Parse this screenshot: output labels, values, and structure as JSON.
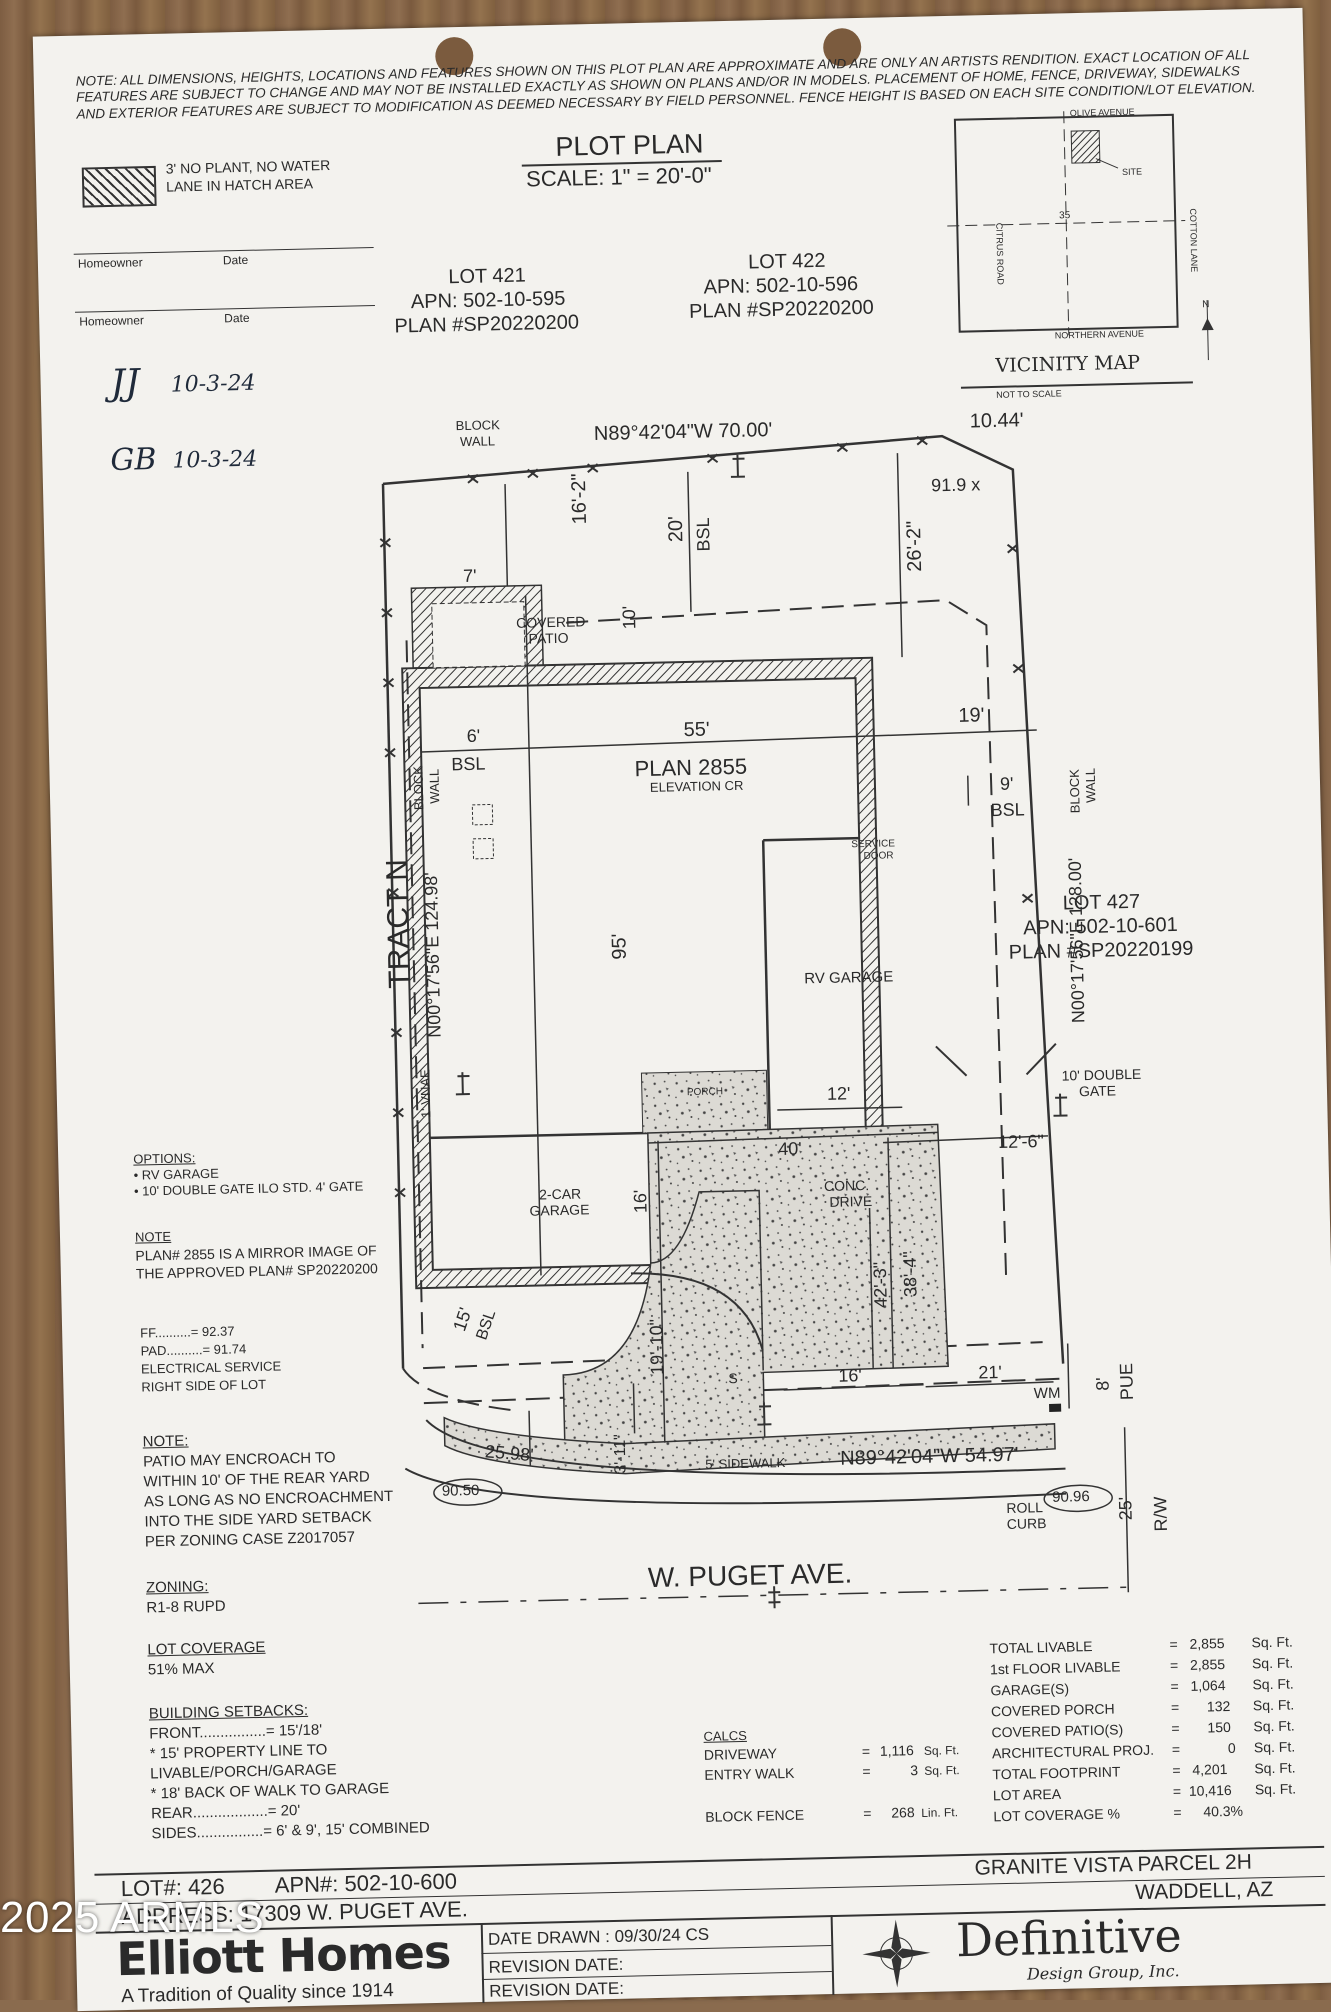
{
  "disclaimer": "NOTE: ALL DIMENSIONS, HEIGHTS, LOCATIONS AND FEATURES SHOWN ON THIS PLOT PLAN ARE APPROXIMATE AND ARE ONLY AN ARTISTS RENDITION. EXACT LOCATION OF ALL FEATURES ARE SUBJECT TO CHANGE AND MAY NOT BE INSTALLED EXACTLY AS SHOWN ON PLANS AND/OR IN MODELS. PLACEMENT OF HOME, FENCE, DRIVEWAY, SIDEWALKS AND EXTERIOR FEATURES ARE SUBJECT TO MODIFICATION AS DEEMED NECESSARY BY FIELD PERSONNEL. FENCE HEIGHT IS BASED ON EACH SITE CONDITION/LOT ELEVATION.",
  "legend": {
    "hatch_text_1": "3' NO PLANT, NO WATER",
    "hatch_text_2": "LANE IN HATCH AREA"
  },
  "title": {
    "heading": "PLOT PLAN",
    "scale": "SCALE: 1\" = 20'-0\""
  },
  "signatures": {
    "homeowner_label": "Homeowner",
    "date_label": "Date",
    "sig1_initials": "JJ",
    "sig1_date": "10-3-24",
    "sig2_initials": "GB",
    "sig2_date": "10-3-24"
  },
  "lots": {
    "lot421": {
      "name": "LOT 421",
      "apn": "APN: 502-10-595",
      "plan": "PLAN #SP20220200"
    },
    "lot422": {
      "name": "LOT 422",
      "apn": "APN: 502-10-596",
      "plan": "PLAN #SP20220200"
    },
    "lot427": {
      "name": "LOT 427",
      "apn": "APN: 502-10-601",
      "plan": "PLAN #SP20220199"
    }
  },
  "vicinity": {
    "title": "VICINITY MAP",
    "subtitle": "NOT TO SCALE",
    "olive": "OLIVE AVENUE",
    "northern": "NORTHERN AVENUE",
    "citrus": "CITRUS ROAD",
    "cotton": "COTTON LANE",
    "site": "SITE",
    "section": "35",
    "north": "N"
  },
  "plan": {
    "block_wall": "BLOCK",
    "block_wall2": "WALL",
    "rear_bearing": "N89°42'04\"W 70.00'",
    "corner_dim": "10.44'",
    "spot_elev": "91.9 x",
    "dim_16_2": "16'-2\"",
    "dim_20_bsl": "20'",
    "bsl": "BSL",
    "dim_26_2": "26'-2\"",
    "dim_7": "7'",
    "dim_10": "10'",
    "covered_patio_1": "COVERED",
    "covered_patio_2": "PATIO",
    "dim_6": "6'",
    "dim_55": "55'",
    "dim_19": "19'",
    "plan_name": "PLAN 2855",
    "elevation": "ELEVATION CR",
    "dim_9": "9'",
    "tract": "TRACT N",
    "west_bearing": "N00°17'56\"E 124.98'",
    "east_bearing": "N00°17'56\"E 128.00'",
    "service_door_1": "SERVICE",
    "service_door_2": "DOOR",
    "dim_95": "95'",
    "rv_garage": "RV GARAGE",
    "vnae": "1' VNAE",
    "double_gate_1": "10' DOUBLE",
    "double_gate_2": "GATE",
    "dim_12": "12'",
    "porch": "PORCH",
    "dim_40": "40'",
    "dim_12_6": "12'-6\"",
    "garage_1": "2-CAR",
    "garage_2": "GARAGE",
    "dim_16": "16'",
    "conc_1": "CONC.",
    "conc_2": "DRIVE",
    "dim_42_3": "42'-3\"",
    "dim_38_4": "38'-4\"",
    "dim_15": "15'",
    "dim_19_10": "19'-10\"",
    "dim_16b": "16'",
    "dim_21": "21'",
    "dim_8": "8'",
    "pue": "PUE",
    "s_mark": "S",
    "wm": "WM",
    "dim_3_11": "3'-11\"",
    "dim_25_98": "25.98'",
    "sidewalk": "5' SIDEWALK",
    "front_bearing": "N89°42'04\"W 54.97'",
    "curb_elev_left": "90.50",
    "curb_elev_right": "90.96",
    "roll_curb_1": "ROLL",
    "roll_curb_2": "CURB",
    "dim_25": "25'",
    "rw": "R/W",
    "street": "W. PUGET AVE."
  },
  "options": {
    "heading": "OPTIONS:",
    "items": [
      "• RV GARAGE",
      "• 10' DOUBLE GATE ILO STD. 4' GATE"
    ]
  },
  "note1": {
    "heading": "NOTE",
    "line1": "PLAN# 2855 IS A MIRROR IMAGE OF",
    "line2": "THE APPROVED PLAN# SP20220200"
  },
  "elev": {
    "ff": "FF..........= 92.37",
    "pad": "PAD..........= 91.74",
    "elec1": "ELECTRICAL SERVICE",
    "elec2": "RIGHT  SIDE OF LOT"
  },
  "note2": {
    "heading": "NOTE:",
    "lines": [
      "PATIO MAY ENCROACH TO",
      "WITHIN 10' OF THE REAR YARD",
      "AS LONG AS NO ENCROACHMENT",
      "INTO THE SIDE YARD SETBACK",
      "PER ZONING CASE Z2017057"
    ]
  },
  "zoning": {
    "heading": "ZONING:",
    "value": "R1-8 RUPD"
  },
  "coverage": {
    "heading": "LOT COVERAGE",
    "value": "51% MAX"
  },
  "setbacks": {
    "heading": "BUILDING SETBACKS:",
    "lines": [
      "FRONT................= 15'/18'",
      "* 15' PROPERTY LINE TO",
      "LIVABLE/PORCH/GARAGE",
      "* 18' BACK OF WALK TO GARAGE",
      "REAR..................= 20'",
      "SIDES................= 6' & 9', 15' COMBINED"
    ]
  },
  "calcs": {
    "heading": "CALCS",
    "rows": [
      {
        "label": "DRIVEWAY",
        "value": "1,116",
        "unit": "Sq. Ft."
      },
      {
        "label": "ENTRY WALK",
        "value": "3",
        "unit": "Sq. Ft."
      },
      {
        "label": "BLOCK FENCE",
        "value": "268",
        "unit": "Lin. Ft."
      }
    ]
  },
  "areas": [
    {
      "label": "TOTAL LIVABLE",
      "value": "2,855",
      "unit": "Sq. Ft."
    },
    {
      "label": "1st FLOOR LIVABLE",
      "value": "2,855",
      "unit": "Sq. Ft."
    },
    {
      "label": "GARAGE(S)",
      "value": "1,064",
      "unit": "Sq. Ft."
    },
    {
      "label": "COVERED PORCH",
      "value": "132",
      "unit": "Sq. Ft."
    },
    {
      "label": "COVERED PATIO(S)",
      "value": "150",
      "unit": "Sq. Ft."
    },
    {
      "label": "ARCHITECTURAL PROJ.",
      "value": "0",
      "unit": "Sq. Ft."
    },
    {
      "label": "TOTAL FOOTPRINT",
      "value": "4,201",
      "unit": "Sq. Ft."
    },
    {
      "label": "LOT AREA",
      "value": "10,416",
      "unit": "Sq. Ft."
    },
    {
      "label": "LOT COVERAGE %",
      "value": "40.3%",
      "unit": ""
    }
  ],
  "titleblock": {
    "lot": "LOT#: 426",
    "apn": "APN#: 502-10-600",
    "address": "ADDRESS: 17309 W. PUGET AVE.",
    "subdivision": "GRANITE VISTA PARCEL 2H",
    "city": "WADDELL, AZ",
    "date_drawn": "DATE DRAWN  : 09/30/24 CS",
    "revision1": "REVISION DATE:",
    "revision2": "REVISION DATE:",
    "builder": "Elliott Homes",
    "tagline": "A Tradition of Quality since 1914",
    "firm": "Definitive",
    "firm_sub": "Design Group, Inc."
  },
  "watermark": "2025 ARMLS"
}
